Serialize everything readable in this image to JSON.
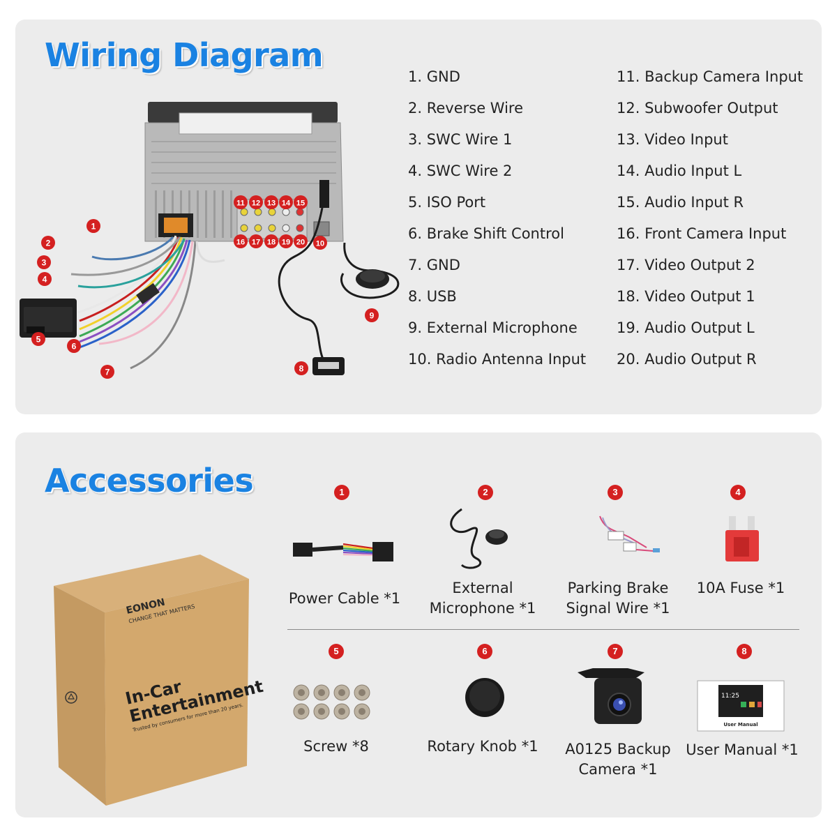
{
  "wiring": {
    "title": "Wiring Diagram",
    "legend_left": [
      "1. GND",
      "2. Reverse Wire",
      "3. SWC Wire 1",
      "4. SWC Wire 2",
      "5. ISO Port",
      "6. Brake Shift Control",
      "7. GND",
      "8. USB",
      "9. External Microphone",
      "10. Radio Antenna Input"
    ],
    "legend_right": [
      "11. Backup Camera Input",
      "12. Subwoofer Output",
      "13. Video Input",
      "14. Audio Input L",
      "15. Audio Input R",
      "16. Front Camera Input",
      "17. Video Output 2",
      "18. Video Output 1",
      "19. Audio Output L",
      "20. Audio Output R"
    ],
    "markers": [
      "1",
      "2",
      "3",
      "4",
      "5",
      "6",
      "7",
      "8",
      "9",
      "10",
      "11",
      "12",
      "13",
      "14",
      "15",
      "16",
      "17",
      "18",
      "19",
      "20"
    ]
  },
  "accessories": {
    "title": "Accessories",
    "items": [
      {
        "num": "1",
        "label_lines": [
          "Power Cable *1"
        ]
      },
      {
        "num": "2",
        "label_lines": [
          "External",
          "Microphone *1"
        ]
      },
      {
        "num": "3",
        "label_lines": [
          "Parking Brake",
          "Signal Wire *1"
        ]
      },
      {
        "num": "4",
        "label_lines": [
          "10A Fuse *1"
        ]
      },
      {
        "num": "5",
        "label_lines": [
          "Screw *8"
        ]
      },
      {
        "num": "6",
        "label_lines": [
          "Rotary Knob *1"
        ]
      },
      {
        "num": "7",
        "label_lines": [
          "A0125 Backup",
          "Camera *1"
        ]
      },
      {
        "num": "8",
        "label_lines": [
          "User Manual *1"
        ]
      }
    ],
    "box": {
      "brand": "EONON",
      "slogan": "CHANGE THAT MATTERS",
      "line1": "In-Car",
      "line2": "Entertainment",
      "tagline": "Trusted by consumers for more than 20 years."
    },
    "manual": {
      "time": "11:25",
      "caption": "User Manual"
    }
  },
  "colors": {
    "accent": "#1a82e2",
    "marker": "#d42020",
    "panel": "#ececec"
  }
}
